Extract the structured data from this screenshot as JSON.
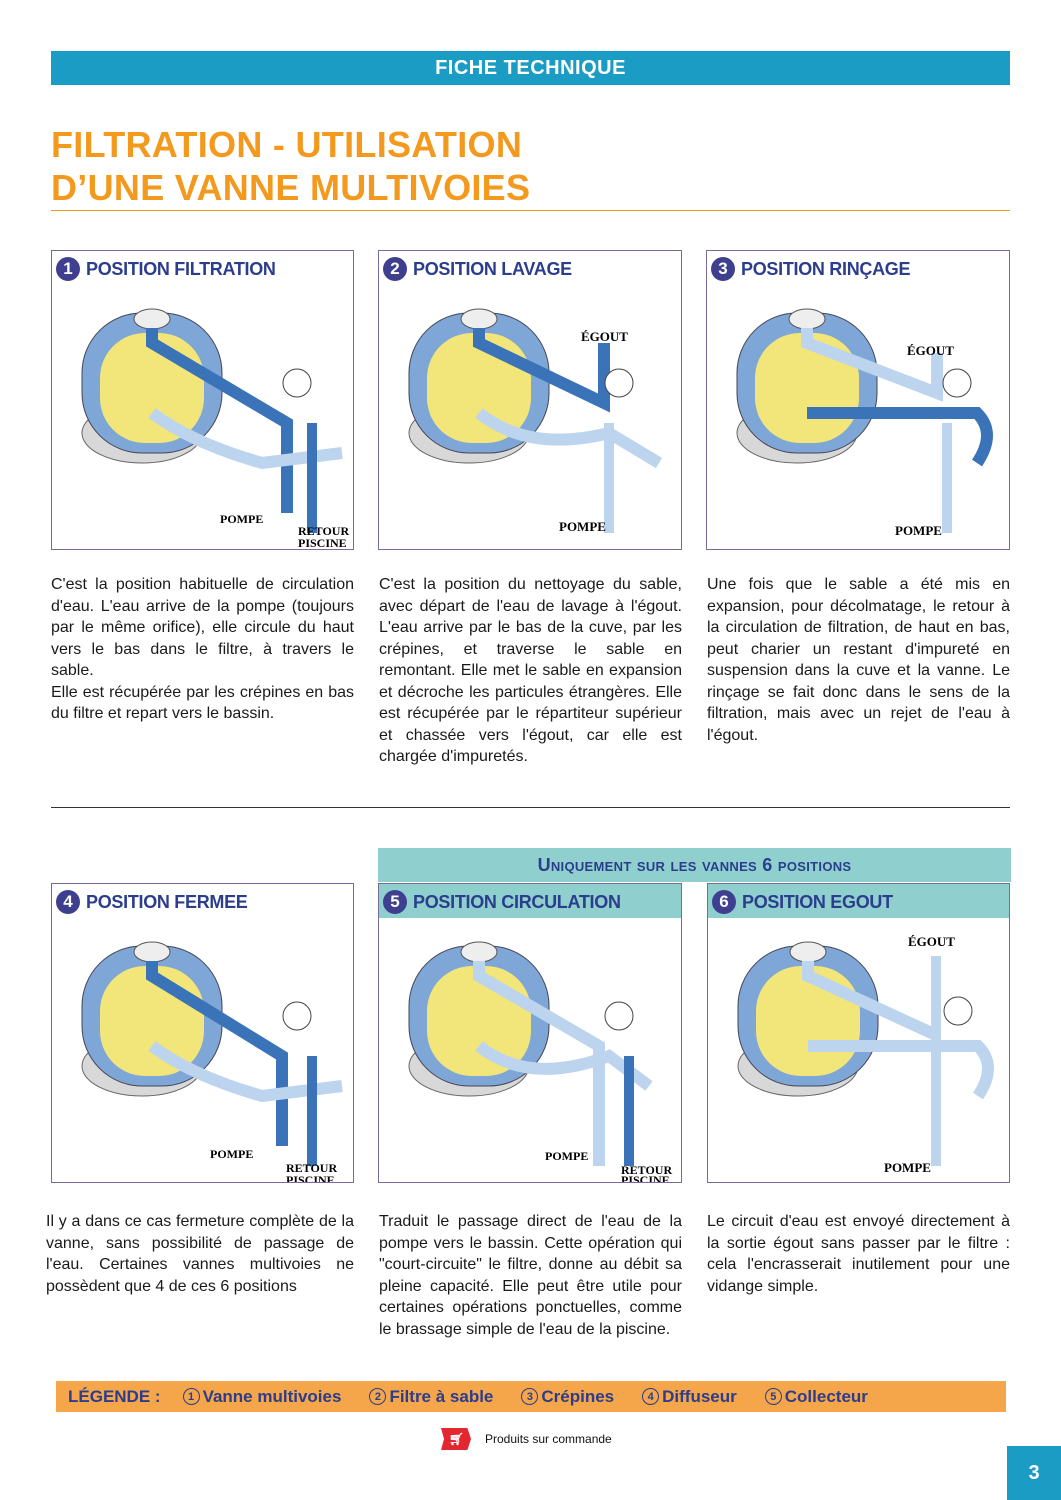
{
  "header": {
    "label": "FICHE TECHNIQUE"
  },
  "title": {
    "line1": "FILTRATION - UTILISATION",
    "line2": "D’UNE VANNE MULTIVOIES"
  },
  "panels": [
    {
      "num": "1",
      "title": "POSITION FILTRATION",
      "labels": [
        "POMPE",
        "RETOUR",
        "PISCINE"
      ]
    },
    {
      "num": "2",
      "title": "POSITION LAVAGE",
      "labels": [
        "ÉGOUT",
        "POMPE"
      ]
    },
    {
      "num": "3",
      "title": "POSITION RINÇAGE",
      "labels": [
        "ÉGOUT",
        "POMPE"
      ]
    },
    {
      "num": "4",
      "title": "POSITION FERMEE",
      "labels": [
        "POMPE",
        "RETOUR",
        "PISCINE"
      ]
    },
    {
      "num": "5",
      "title": "POSITION CIRCULATION",
      "labels": [
        "POMPE",
        "RETOUR",
        "PISCINE"
      ]
    },
    {
      "num": "6",
      "title": "POSITION EGOUT",
      "labels": [
        "ÉGOUT",
        "POMPE"
      ]
    }
  ],
  "descriptions": {
    "p1a": "C'est la position habituelle de circulation d'eau. L'eau arrive de la pompe (toujours par le même orifice), elle circule du haut vers le bas dans le filtre, à travers le sable.",
    "p1b": "Elle est récupérée par les crépines en bas du filtre et repart vers le bassin.",
    "p2": "C'est la position du nettoyage du sable, avec départ de l'eau de lavage à l'égout. L'eau arrive par le bas de la cuve, par les crépines, et traverse le sable en remontant. Elle met le sable en expansion et décroche les particules étrangères. Elle est récupérée par le répartiteur supérieur et chassée vers l'égout, car elle est chargée d'impuretés.",
    "p3": "Une fois que le sable a été mis en expansion, pour décolmatage, le retour à la circulation de filtration, de haut en bas, peut charier un restant d'impureté en suspension dans la cuve et la vanne. Le rinçage se fait donc dans le sens de la filtration, mais avec un rejet de l'eau à l'égout.",
    "p4": "Il y a dans ce cas fermeture complète de la vanne, sans possibilité de passage de l'eau. Certaines vannes multivoies ne possèdent que 4 de ces 6 positions",
    "p5": "Traduit le passage direct de l'eau de la pompe vers le bassin. Cette opération qui \"court-circuite\" le filtre, donne au débit sa pleine capacité. Elle peut être utile pour certaines opérations ponctuelles, comme le brassage simple de l'eau de la piscine.",
    "p6": "Le circuit d'eau est envoyé directement à la sortie égout sans passer par le filtre : cela l'encrasserait inutilement pour une vidange simple."
  },
  "banner": {
    "label": "Uniquement sur les vannes 6 positions"
  },
  "legend": {
    "label": "LÉGENDE :",
    "items": [
      {
        "num": "1",
        "text": "Vanne multivoies"
      },
      {
        "num": "2",
        "text": "Filtre à sable"
      },
      {
        "num": "3",
        "text": "Crépines"
      },
      {
        "num": "4",
        "text": "Diffuseur"
      },
      {
        "num": "5",
        "text": "Collecteur"
      }
    ]
  },
  "footer": {
    "order_note": "Produits sur commande",
    "page_number": "3"
  },
  "colors": {
    "accent_blue": "#1a9cc4",
    "title_orange": "#f39a1e",
    "legend_orange": "#f5a54a",
    "teal": "#8fd0cf",
    "navy": "#2b3d8c"
  },
  "icons": {
    "cart": "shopping-cart-icon"
  }
}
